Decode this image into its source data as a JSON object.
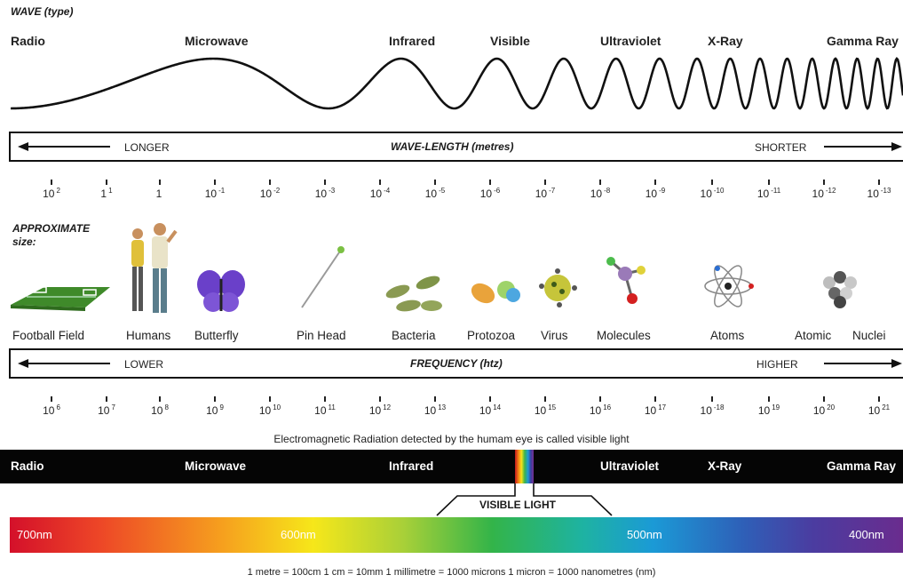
{
  "wave_type_label": "WAVE (type)",
  "wave_names": [
    "Radio",
    "Microwave",
    "Infrared",
    "Visible",
    "Ultraviolet",
    "X-Ray",
    "Gamma Ray"
  ],
  "wavelength_bar": {
    "left": "LONGER",
    "title": "WAVE-LENGTH (metres)",
    "right": "SHORTER"
  },
  "wavelength_ticks": [
    {
      "base": "10",
      "exp": "2"
    },
    {
      "base": "1",
      "exp": "1"
    },
    {
      "base": "1",
      "exp": ""
    },
    {
      "base": "10",
      "exp": "-1"
    },
    {
      "base": "10",
      "exp": "-2"
    },
    {
      "base": "10",
      "exp": "-3"
    },
    {
      "base": "10",
      "exp": "-4"
    },
    {
      "base": "10",
      "exp": "-5"
    },
    {
      "base": "10",
      "exp": "-6"
    },
    {
      "base": "10",
      "exp": "-7"
    },
    {
      "base": "10",
      "exp": "-8"
    },
    {
      "base": "10",
      "exp": "-9"
    },
    {
      "base": "10",
      "exp": "-10"
    },
    {
      "base": "10",
      "exp": "-11"
    },
    {
      "base": "10",
      "exp": "-12"
    },
    {
      "base": "10",
      "exp": "-13"
    }
  ],
  "approximate_size_label": {
    "line1": "APPROXIMATE",
    "line2": "size:"
  },
  "size_labels": [
    "Football Field",
    "Humans",
    "Butterfly",
    "Pin Head",
    "Bacteria",
    "Protozoa",
    "Virus",
    "Molecules",
    "Atoms",
    "Atomic",
    "Nuclei"
  ],
  "frequency_bar": {
    "left": "LOWER",
    "title": "FREQUENCY (htz)",
    "right": "HIGHER"
  },
  "frequency_ticks": [
    {
      "base": "10",
      "exp": "6"
    },
    {
      "base": "10",
      "exp": "7"
    },
    {
      "base": "10",
      "exp": "8"
    },
    {
      "base": "10",
      "exp": "9"
    },
    {
      "base": "10",
      "exp": "10"
    },
    {
      "base": "10",
      "exp": "11"
    },
    {
      "base": "10",
      "exp": "12"
    },
    {
      "base": "10",
      "exp": "13"
    },
    {
      "base": "10",
      "exp": "14"
    },
    {
      "base": "10",
      "exp": "15"
    },
    {
      "base": "10",
      "exp": "16"
    },
    {
      "base": "10",
      "exp": "17"
    },
    {
      "base": "10",
      "exp": "-18"
    },
    {
      "base": "10",
      "exp": "19"
    },
    {
      "base": "10",
      "exp": "20"
    },
    {
      "base": "10",
      "exp": "21"
    }
  ],
  "visible_caption": "Electromagnetic Radiation detected by the humam eye is called visible light",
  "spectrum_bar_labels": [
    "Radio",
    "Microwave",
    "Infrared",
    "Ultraviolet",
    "X-Ray",
    "Gamma Ray"
  ],
  "visible_light_label": "VISIBLE LIGHT",
  "nm_labels": [
    "700nm",
    "600nm",
    "500nm",
    "400nm"
  ],
  "units_footer": "1 metre = 100cm   1 cm = 10mm   1 millimetre = 1000 microns   1 micron = 1000 nanometres (nm)",
  "colors": {
    "black": "#050505",
    "accent_red": "#d4102a",
    "accent_violet": "#6a2c8e"
  }
}
